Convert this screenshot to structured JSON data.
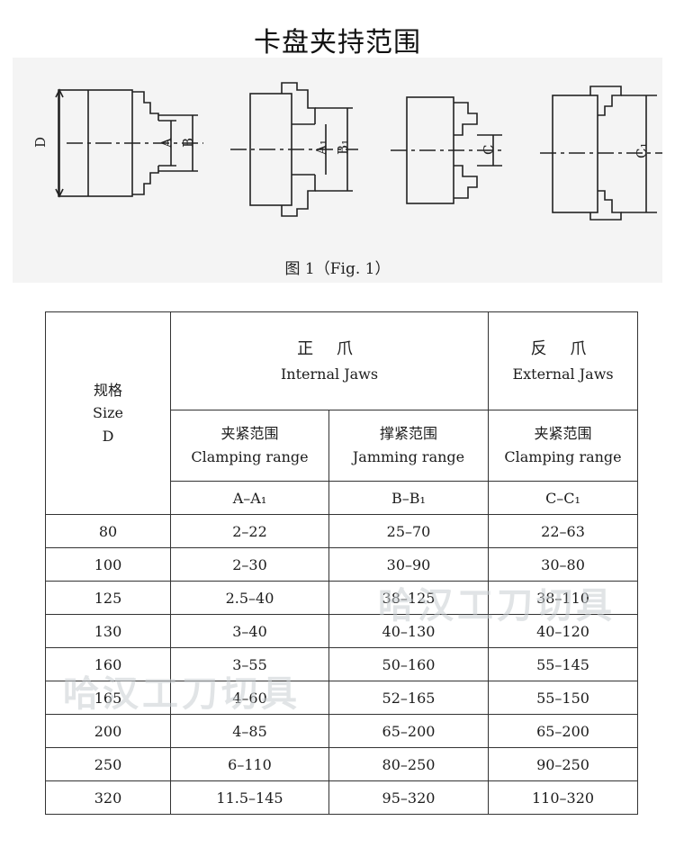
{
  "title": "卡盘夹持范围",
  "figure_caption": "图 1（Fig. 1）",
  "diagram_labels": {
    "d": "D",
    "a": "A",
    "b": "B",
    "a1": "A₁",
    "b1": "B₁",
    "c": "C",
    "c1": "C₁"
  },
  "watermark": "哈汉工刀切具",
  "table": {
    "size_header": {
      "zh": "规格",
      "en": "Size",
      "sym": "D"
    },
    "internal_header": {
      "zh": "正 爪",
      "en": "Internal Jaws"
    },
    "external_header": {
      "zh": "反 爪",
      "en": "External Jaws"
    },
    "sub_headers": [
      {
        "zh": "夹紧范围",
        "en": "Clamping range",
        "sym": "A–A₁"
      },
      {
        "zh": "撑紧范围",
        "en": "Jamming range",
        "sym": "B–B₁"
      },
      {
        "zh": "夹紧范围",
        "en": "Clamping range",
        "sym": "C–C₁"
      }
    ],
    "rows": [
      {
        "size": "80",
        "a": "2–22",
        "b": "25–70",
        "c": "22–63"
      },
      {
        "size": "100",
        "a": "2–30",
        "b": "30–90",
        "c": "30–80"
      },
      {
        "size": "125",
        "a": "2.5–40",
        "b": "38–125",
        "c": "38–110"
      },
      {
        "size": "130",
        "a": "3–40",
        "b": "40–130",
        "c": "40–120"
      },
      {
        "size": "160",
        "a": "3–55",
        "b": "50–160",
        "c": "55–145"
      },
      {
        "size": "165",
        "a": "4–60",
        "b": "52–165",
        "c": "55–150"
      },
      {
        "size": "200",
        "a": "4–85",
        "b": "65–200",
        "c": "65–200"
      },
      {
        "size": "250",
        "a": "6–110",
        "b": "80–250",
        "c": "90–250"
      },
      {
        "size": "320",
        "a": "11.5–145",
        "b": "95–320",
        "c": "110–320"
      }
    ]
  }
}
